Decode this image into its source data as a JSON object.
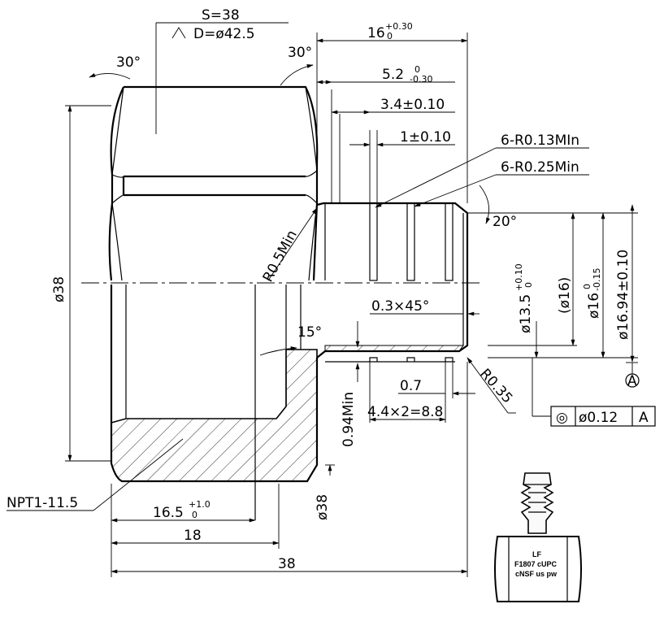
{
  "diagram": {
    "dims": {
      "hex_s": "S=38",
      "hex_d": "D=ø42.5",
      "chamfer_left": "30°",
      "chamfer_right": "30°",
      "total_len_top": "16",
      "total_len_top_tol_up": "+0.30",
      "total_len_top_tol_low": "0",
      "d_52": "5.2",
      "d_52_tol_up": "0",
      "d_52_tol_low": "-0.30",
      "d_34": "3.4±0.10",
      "d_1": "1±0.10",
      "r013": "6-R0.13MIn",
      "r025": "6-R0.25Min",
      "ang20": "20°",
      "r05": "R0.5Min",
      "dia38_left": "ø38",
      "dia16ref": "(ø16)",
      "dia135": "ø13.5",
      "dia135_tol_up": "+0.10",
      "dia135_tol_low": "0",
      "dia16": "ø16",
      "dia16_tol_up": "0",
      "dia16_tol_low": "-0.15",
      "dia1694": "ø16.94±0.10",
      "chamfer03": "0.3×45°",
      "ang15": "15°",
      "d07": "0.7",
      "r035": "R0.35",
      "d094": "0.94Min",
      "d44": "4.4×2=8.8",
      "datum": "A",
      "tol_sym": "◎",
      "tol_value": "ø0.12",
      "tol_datum": "A",
      "npt": "NPT1-11.5",
      "d165": "16.5",
      "d165_tol_up": "+1.0",
      "d165_tol_low": "0",
      "dia38_bottom": "ø38",
      "d18": "18",
      "d38": "38"
    },
    "product": {
      "line1": "LF",
      "line2": "F1807 cUPC",
      "line3": "cNSF us pw"
    }
  }
}
